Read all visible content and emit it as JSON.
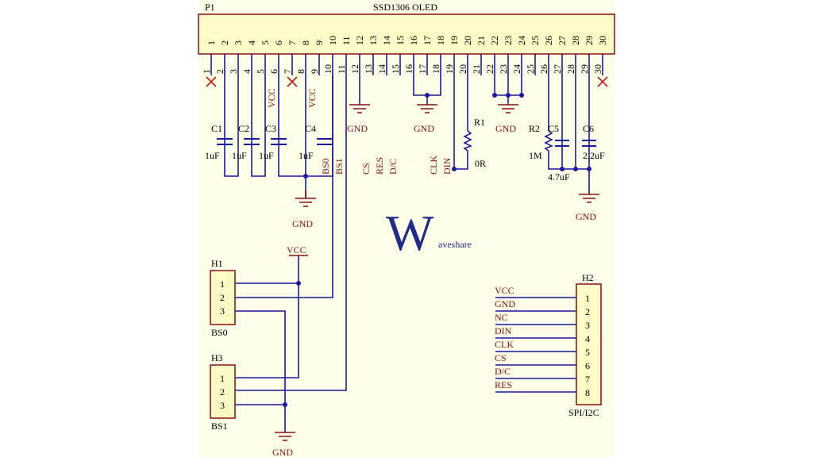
{
  "colors": {
    "paper": "#fefde8",
    "wire": "#1a1aa0",
    "ink": "#8a1010",
    "label": "#000000",
    "body": "#fdfbc6",
    "logo": "#1f2d8a"
  },
  "p1": {
    "ref": "P1",
    "title": "SSD1306 OLED",
    "pins": [
      "1",
      "2",
      "3",
      "4",
      "5",
      "6",
      "7",
      "8",
      "9",
      "10",
      "11",
      "12",
      "13",
      "14",
      "15",
      "16",
      "17",
      "18",
      "19",
      "20",
      "21",
      "22",
      "23",
      "24",
      "25",
      "26",
      "27",
      "28",
      "29",
      "30"
    ]
  },
  "net_labels": {
    "vcc_a": "VCC",
    "vcc_b": "VCC",
    "bs0": "BS0",
    "bs1": "BS1",
    "cs": "CS",
    "res": "RES",
    "dc": "D/C",
    "clk": "CLK",
    "din": "DIN"
  },
  "gnd_labels": [
    "GND",
    "GND",
    "GND",
    "GND",
    "GND",
    "GND"
  ],
  "components": {
    "c1": {
      "ref": "C1",
      "value": "1uF"
    },
    "c2": {
      "ref": "C2",
      "value": "1uF"
    },
    "c3": {
      "ref": "C3",
      "value": "1uF"
    },
    "c4": {
      "ref": "C4",
      "value": "1uF"
    },
    "r1": {
      "ref": "R1",
      "value": "0R"
    },
    "r2": {
      "ref": "R2",
      "value": "1M"
    },
    "c5": {
      "ref": "C5",
      "value": "4.7uF"
    },
    "c6": {
      "ref": "C6",
      "value": "2.2uF"
    }
  },
  "logo": {
    "letter": "W",
    "text": "aveshare"
  },
  "h1": {
    "ref": "H1",
    "name": "BS0",
    "pins": [
      "1",
      "2",
      "3"
    ]
  },
  "h3": {
    "ref": "H3",
    "name": "BS1",
    "pins": [
      "1",
      "2",
      "3"
    ]
  },
  "h1_vcc": "VCC",
  "h2": {
    "ref": "H2",
    "name": "SPI/I2C",
    "pins": [
      "1",
      "2",
      "3",
      "4",
      "5",
      "6",
      "7",
      "8"
    ],
    "signals": [
      "VCC",
      "GND",
      "NC",
      "DIN",
      "CLK",
      "CS",
      "D/C",
      "RES"
    ]
  }
}
